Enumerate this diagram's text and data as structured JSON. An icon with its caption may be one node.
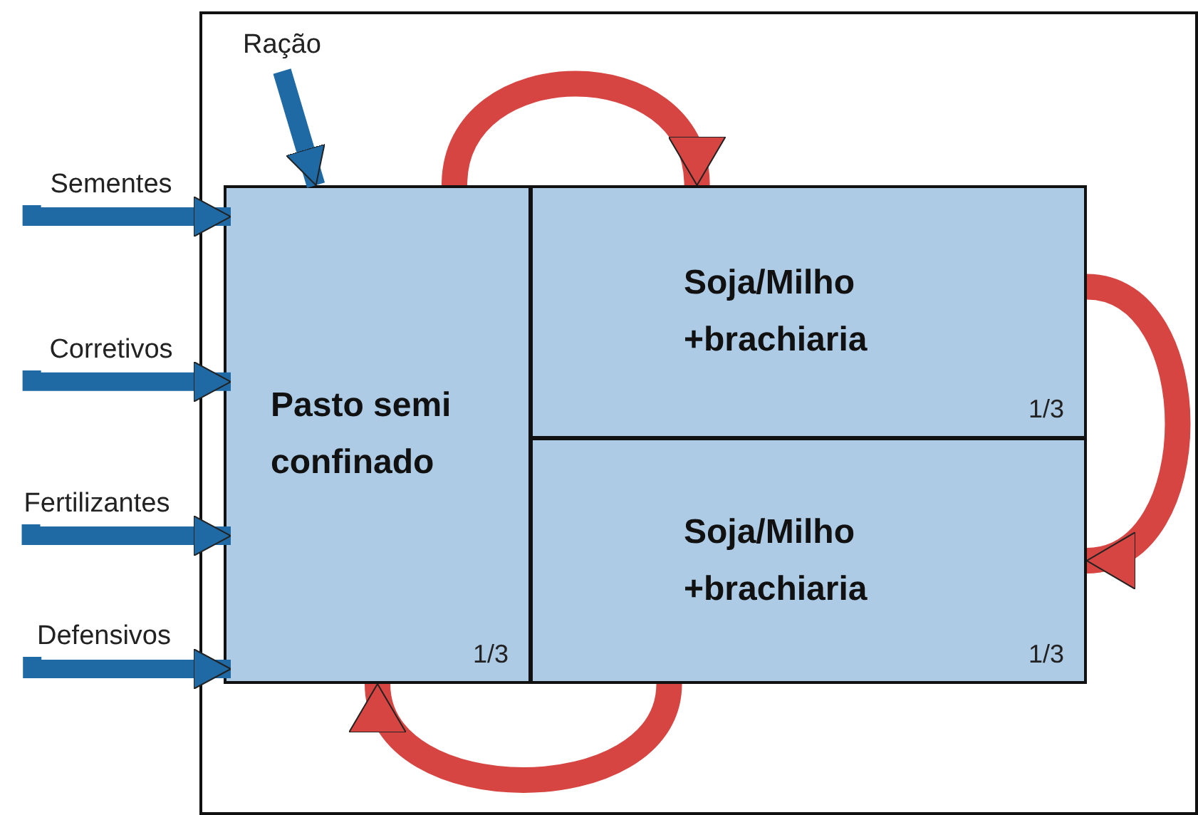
{
  "diagram": {
    "nodes": [
      {
        "text": [
          "Pasto semi confinado",
          "1/3"
        ]
      },
      {
        "text": [
          "Soja/Milho +brachiaria",
          "1/3"
        ]
      },
      {
        "text": [
          "Soja/Milho +brachiaria",
          "1/3"
        ]
      },
      {
        "text": [
          "Sementes"
        ]
      },
      {
        "text": [
          "Corretivos"
        ]
      },
      {
        "text": [
          "Fertilizantes"
        ]
      },
      {
        "text": [
          "Defensivos"
        ]
      },
      {
        "text": [
          "Ração"
        ]
      }
    ],
    "edges": [
      {
        "from": 3,
        "to": 0,
        "arrow": "to"
      },
      {
        "from": 4,
        "to": 0,
        "arrow": "to"
      },
      {
        "from": 5,
        "to": 0,
        "arrow": "to"
      },
      {
        "from": 6,
        "to": 0,
        "arrow": "to"
      },
      {
        "from": 7,
        "to": 0,
        "arrow": "to"
      },
      {
        "from": 0,
        "to": 1,
        "arrow": "to",
        "color": "#d64541"
      },
      {
        "from": 1,
        "to": 2,
        "arrow": "to",
        "color": "#d64541"
      },
      {
        "from": 2,
        "to": 0,
        "arrow": "to",
        "color": "#d64541"
      }
    ]
  }
}
